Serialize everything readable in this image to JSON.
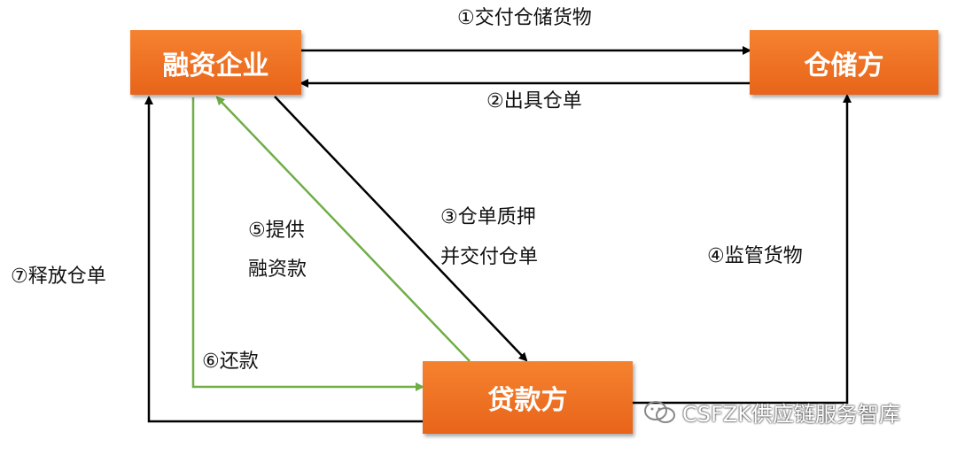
{
  "nodes": {
    "enterprise": "融资企业",
    "warehouse": "仓储方",
    "lender": "贷款方"
  },
  "edges": {
    "e1": "①交付仓储货物",
    "e2": "②出具仓单",
    "e3_line1": "③仓单质押",
    "e3_line2": "并交付仓单",
    "e4": "④监管货物",
    "e5_line1": "⑤提供",
    "e5_line2": "融资款",
    "e6": "⑥还款",
    "e7": "⑦释放仓单"
  },
  "watermark": {
    "icon": "wechat-icon",
    "text": "CSFZK供应链服务智库"
  },
  "colors": {
    "node_fill": "#f07524",
    "arrow_black": "#000000",
    "arrow_green": "#70ad47"
  }
}
